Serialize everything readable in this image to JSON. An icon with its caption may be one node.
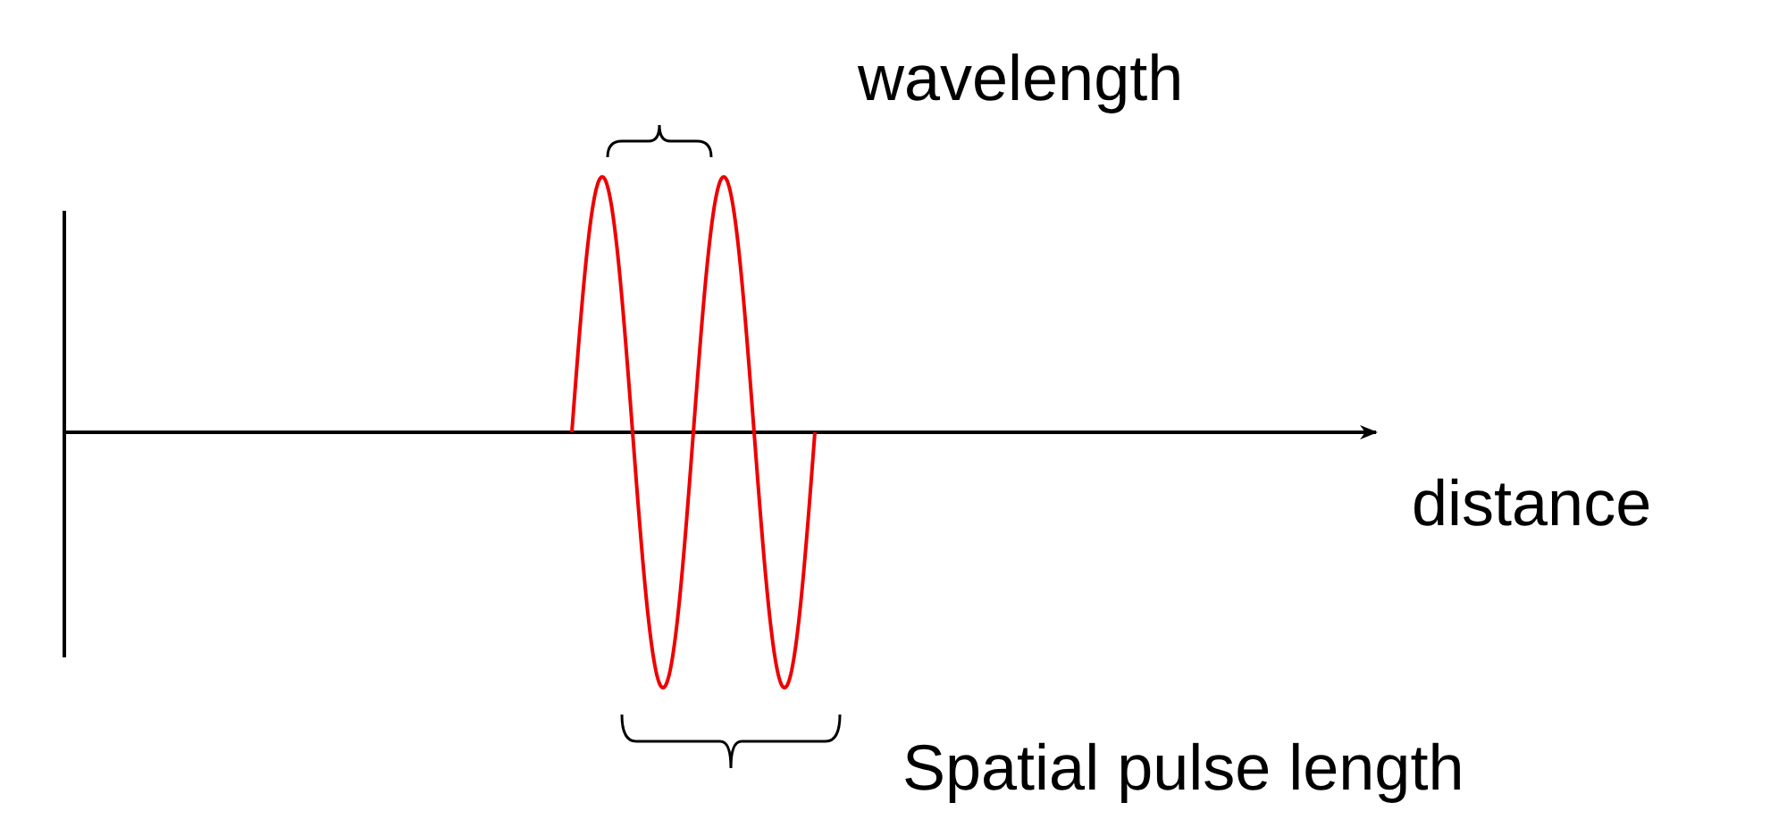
{
  "diagram": {
    "labels": [
      "wavelength",
      "distance",
      "Spatial pulse length"
    ]
  }
}
